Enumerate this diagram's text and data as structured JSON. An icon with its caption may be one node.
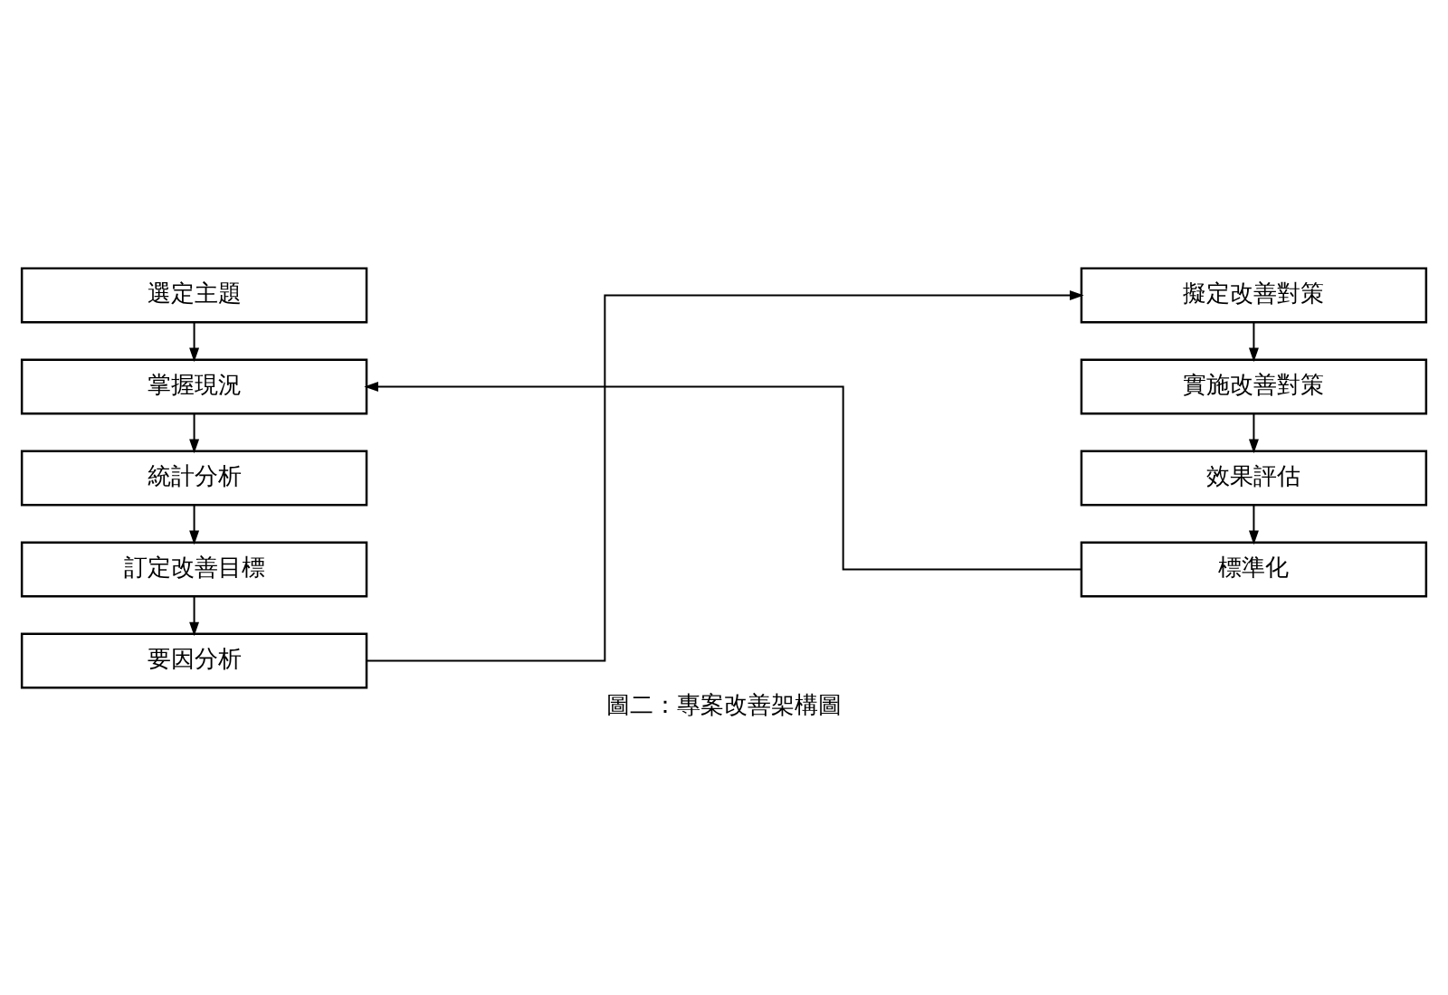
{
  "diagram": {
    "caption": "圖二：專案改善架構圖",
    "nodes": [
      {
        "text": [
          "選定主題"
        ]
      },
      {
        "text": [
          "掌握現況"
        ]
      },
      {
        "text": [
          "統計分析"
        ]
      },
      {
        "text": [
          "訂定改善目標"
        ]
      },
      {
        "text": [
          "要因分析"
        ]
      },
      {
        "text": [
          "擬定改善對策"
        ]
      },
      {
        "text": [
          "實施改善對策"
        ]
      },
      {
        "text": [
          "效果評估"
        ]
      },
      {
        "text": [
          "標準化"
        ]
      }
    ],
    "edges": [
      {
        "from": 0,
        "to": 1,
        "arrow": "to"
      },
      {
        "from": 1,
        "to": 2,
        "arrow": "to"
      },
      {
        "from": 2,
        "to": 3,
        "arrow": "to"
      },
      {
        "from": 3,
        "to": 4,
        "arrow": "to"
      },
      {
        "from": 4,
        "to": 5,
        "arrow": "to"
      },
      {
        "from": 5,
        "to": 6,
        "arrow": "to"
      },
      {
        "from": 6,
        "to": 7,
        "arrow": "to"
      },
      {
        "from": 7,
        "to": 8,
        "arrow": "to"
      },
      {
        "from": 8,
        "to": 1,
        "arrow": "to"
      }
    ]
  }
}
